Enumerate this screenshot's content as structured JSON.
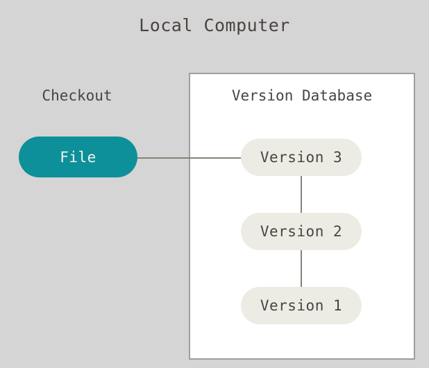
{
  "diagram": {
    "title": "Local Computer",
    "background_color": "#d5d5d5",
    "text_color": "#4a4440",
    "connector_color": "#888078"
  },
  "checkout": {
    "caption": "Checkout",
    "file_node": {
      "label": "File",
      "fill_color": "#0d9099",
      "text_color": "#f4f4f0"
    }
  },
  "version_database": {
    "caption": "Version Database",
    "panel_fill_color": "#ffffff",
    "panel_border_color": "#9e9e9e",
    "version_fill_color": "#edece4",
    "versions": [
      {
        "label": "Version 3"
      },
      {
        "label": "Version 2"
      },
      {
        "label": "Version 1"
      }
    ]
  }
}
